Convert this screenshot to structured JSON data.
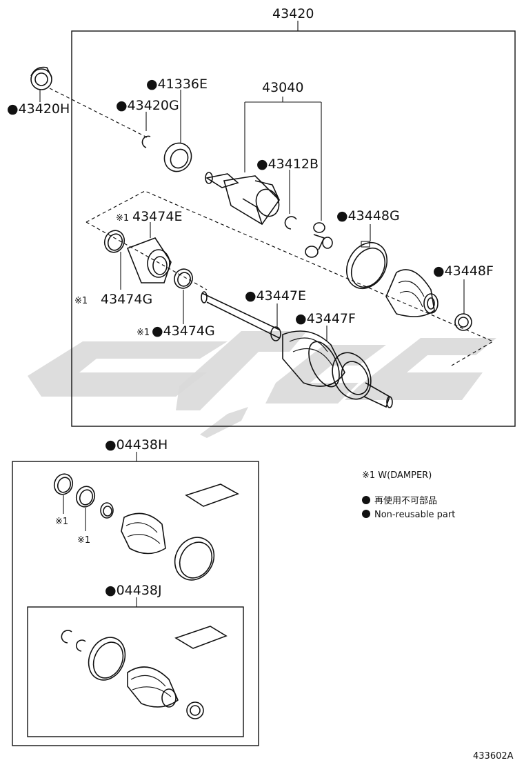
{
  "labels": {
    "assy": "43420",
    "inboard_joint": "43040",
    "p_43420H": "●43420H",
    "p_43420G": "●43420G",
    "p_41336E": "●41336E",
    "p_43412B": "●43412B",
    "p_43448G": "●43448G",
    "p_43448F": "●43448F",
    "p_43474E": "43474E",
    "p_43474G_a": "43474G",
    "p_43474G_b": "●43474G",
    "p_43447E": "●43447E",
    "p_43447F": "●43447F",
    "p_04438H": "●04438H",
    "p_04438J": "●04438J",
    "ref_mark": "※1",
    "drawing_no": "433602A"
  },
  "legend": {
    "note1": "※1 W(DAMPER)",
    "nonreusable_jp": "再使用不可部品",
    "nonreusable_en": "Non-reusable part"
  }
}
